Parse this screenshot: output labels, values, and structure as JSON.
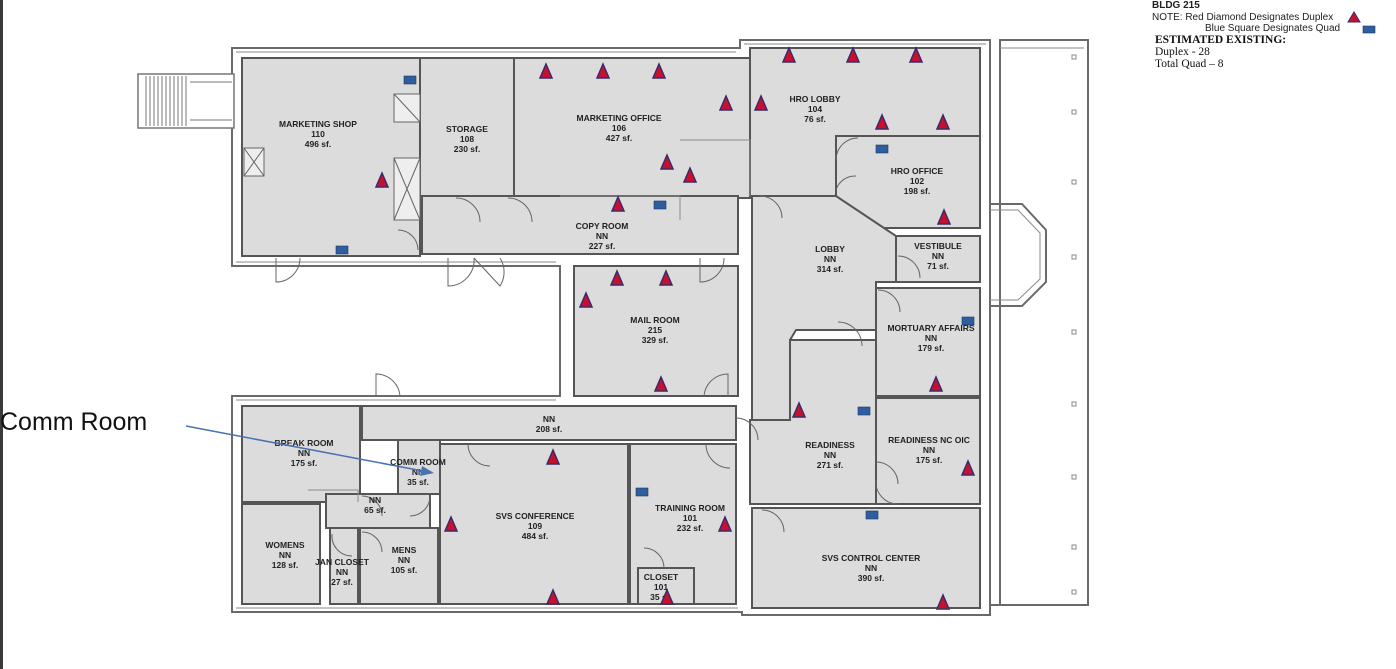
{
  "legend": {
    "building": "BLDG 215",
    "note_line1": "NOTE:  Red Diamond Designates Duplex",
    "note_line2": "Blue Square Designates Quad",
    "estimated_heading": "ESTIMATED EXISTING:",
    "duplex_count": "Duplex - 28",
    "quad_count": "Total Quad  – 8",
    "colors": {
      "duplex_marker": "#c8102e",
      "quad_marker": "#2f5e9e"
    }
  },
  "callout": {
    "label": "Comm Room"
  },
  "rooms": {
    "marketing_shop": {
      "name": "MARKETING SHOP",
      "num": "110",
      "area": "496 sf."
    },
    "storage": {
      "name": "STORAGE",
      "num": "108",
      "area": "230 sf."
    },
    "marketing_office": {
      "name": "MARKETING OFFICE",
      "num": "106",
      "area": "427 sf."
    },
    "hro_lobby": {
      "name": "HRO LOBBY",
      "num": "104",
      "area": "76 sf."
    },
    "hro_office": {
      "name": "HRO OFFICE",
      "num": "102",
      "area": "198 sf."
    },
    "copy_room": {
      "name": "COPY ROOM",
      "num": "NN",
      "area": "227 sf."
    },
    "lobby": {
      "name": "LOBBY",
      "num": "NN",
      "area": "314 sf."
    },
    "vestibule": {
      "name": "VESTIBULE",
      "num": "NN",
      "area": "71 sf."
    },
    "mail_room": {
      "name": "MAIL ROOM",
      "num": "215",
      "area": "329 sf."
    },
    "mortuary_affairs": {
      "name": "MORTUARY AFFAIRS",
      "num": "NN",
      "area": "179 sf."
    },
    "corridor": {
      "num": "NN",
      "area": "208 sf."
    },
    "readiness": {
      "name": "READINESS",
      "num": "NN",
      "area": "271 sf."
    },
    "readiness_nc_oic": {
      "name": "READINESS NC OIC",
      "num": "NN",
      "area": "175 sf."
    },
    "break_room": {
      "name": "BREAK ROOM",
      "num": "NN",
      "area": "175 sf."
    },
    "comm_room": {
      "name": "COMM ROOM",
      "num": "NN",
      "area": "35 sf."
    },
    "nn_65": {
      "num": "NN",
      "area": "65 sf."
    },
    "svs_conference": {
      "name": "SVS CONFERENCE",
      "num": "109",
      "area": "484 sf."
    },
    "training_room": {
      "name": "TRAINING ROOM",
      "num": "101",
      "area": "232 sf."
    },
    "womens": {
      "name": "WOMENS",
      "num": "NN",
      "area": "128 sf."
    },
    "jan_closet": {
      "name": "JAN CLOSET",
      "num": "NN",
      "area": "27 sf."
    },
    "mens": {
      "name": "MENS",
      "num": "NN",
      "area": "105 sf."
    },
    "closet": {
      "name": "CLOSET",
      "num": "101",
      "area": "35 sf."
    },
    "svs_control_center": {
      "name": "SVS CONTROL CENTER",
      "num": "NN",
      "area": "390 sf."
    }
  }
}
